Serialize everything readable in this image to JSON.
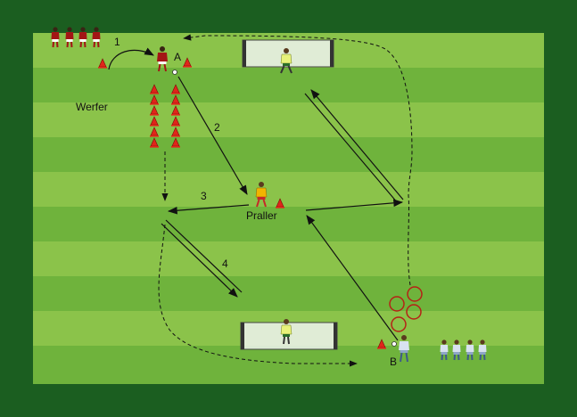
{
  "labels": {
    "werfer": "Werfer",
    "praller": "Praller",
    "point_a": "A",
    "point_b": "B"
  },
  "steps": [
    "1",
    "2",
    "3",
    "4"
  ],
  "colors": {
    "pitch_border": "#1b5e20",
    "stripe_light": "#8bc34a",
    "stripe_dark": "#6fb33c",
    "red_team": "#a31515",
    "blue_team": "#8fa6c8",
    "goalkeeper": "#e8f27a",
    "praller": "#f2b400",
    "cone": "#e0261a",
    "ring": "#b52216"
  }
}
